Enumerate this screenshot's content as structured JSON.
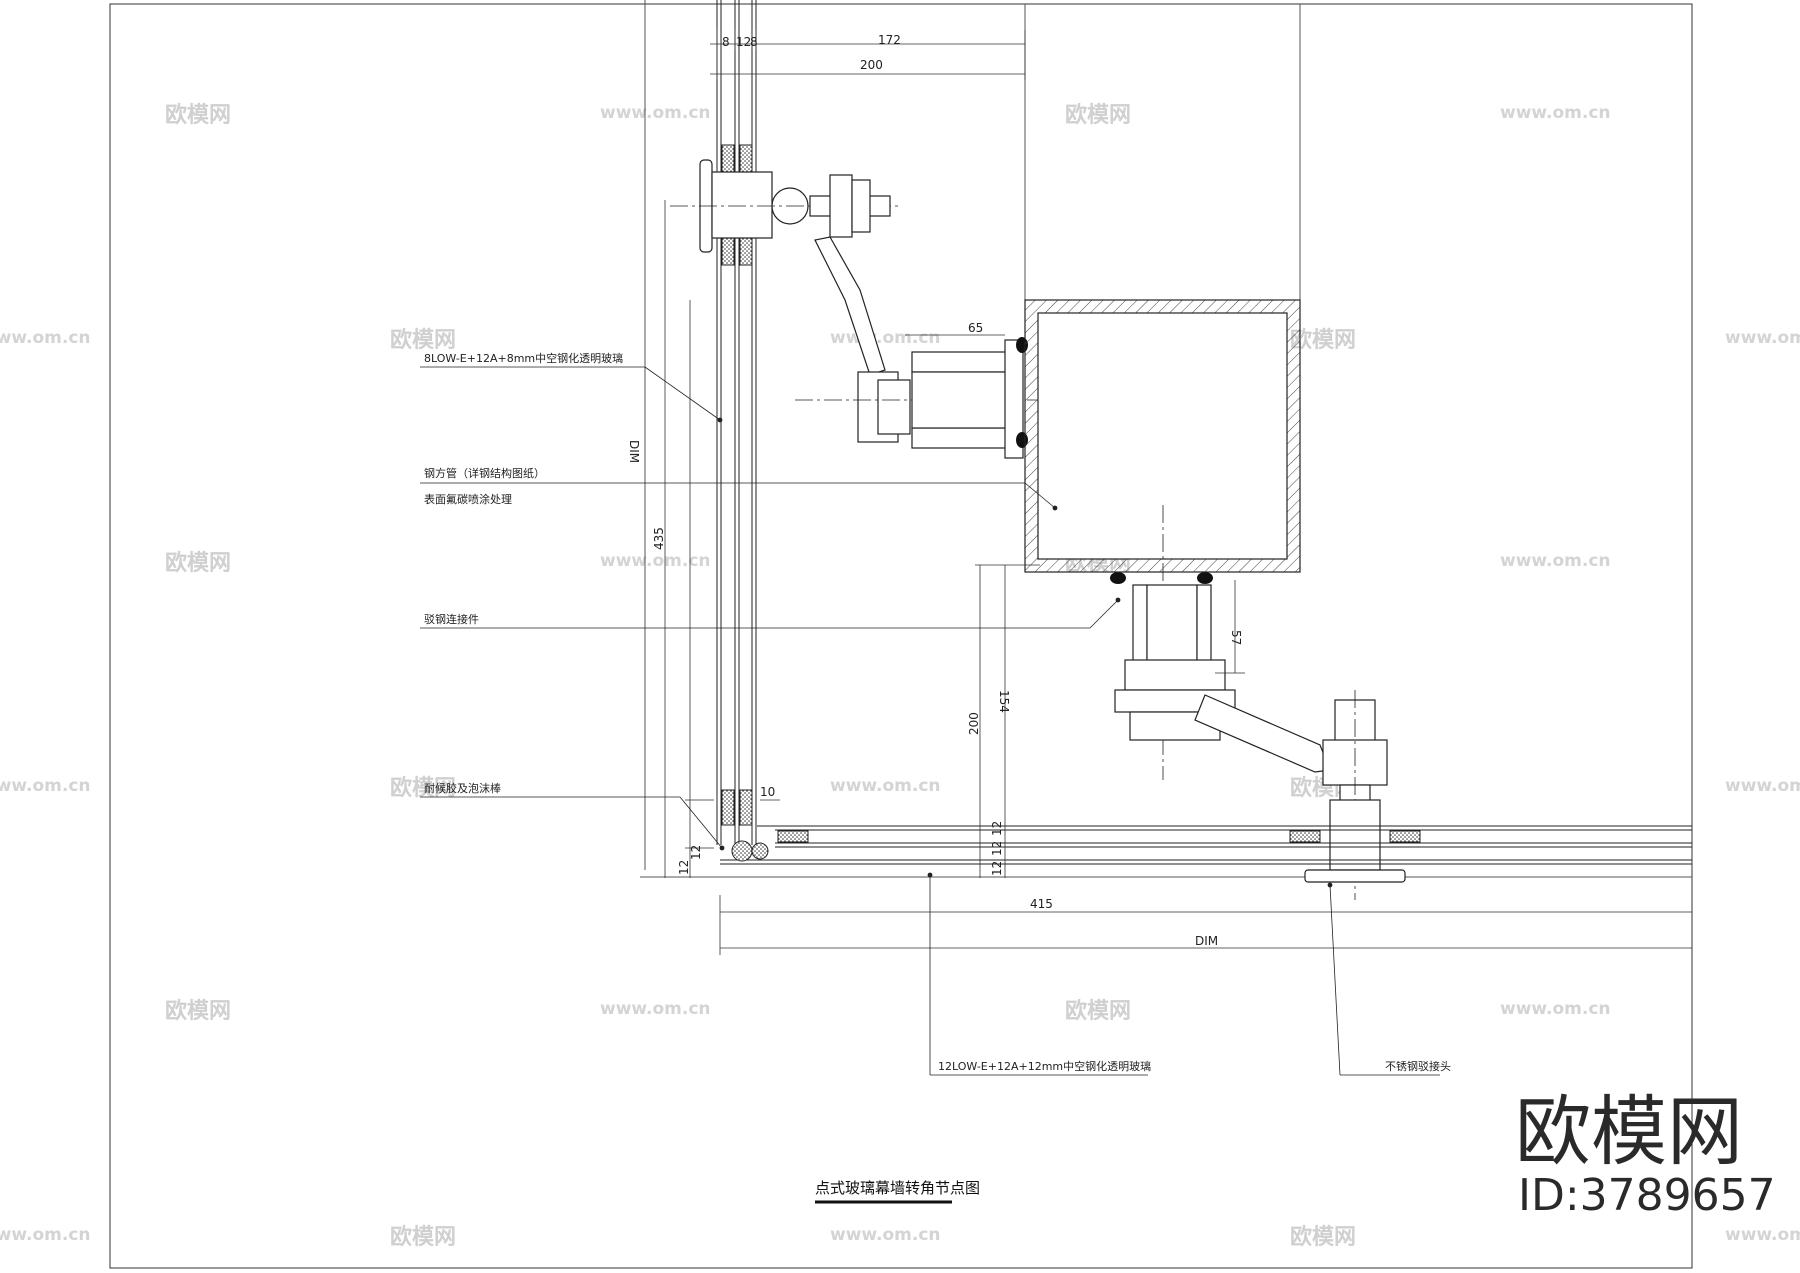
{
  "drawing": {
    "title": "点式玻璃幕墙转角节点图",
    "dimensions": {
      "d1": "8",
      "d2": "12",
      "d3": "8",
      "d4": "172",
      "d5": "200",
      "d6": "65",
      "d7": "DIM",
      "d8": "435",
      "d9": "10",
      "d10": "12",
      "d11": "12",
      "d12": "57",
      "d13": "200",
      "d14": "154",
      "d15": "12",
      "d16": "12",
      "d17": "12",
      "d18": "415",
      "d19": "DIM"
    },
    "notes": {
      "glass_vertical": "8LOW-E+12A+8mm中空钢化透明玻璃",
      "steel_tube_1": "钢方管（详钢结构图纸）",
      "steel_tube_2": "表面氟碳喷涂处理",
      "connector": "驳钢连接件",
      "sealant": "耐候胶及泡沫棒",
      "glass_horizontal": "12LOW-E+12A+12mm中空钢化透明玻璃",
      "spider_head": "不锈钢驳接头"
    }
  },
  "watermark": {
    "brand_small": "欧模网",
    "url": "www.om.cn",
    "brand_big": "欧模网",
    "id_text": "ID:3789657"
  }
}
